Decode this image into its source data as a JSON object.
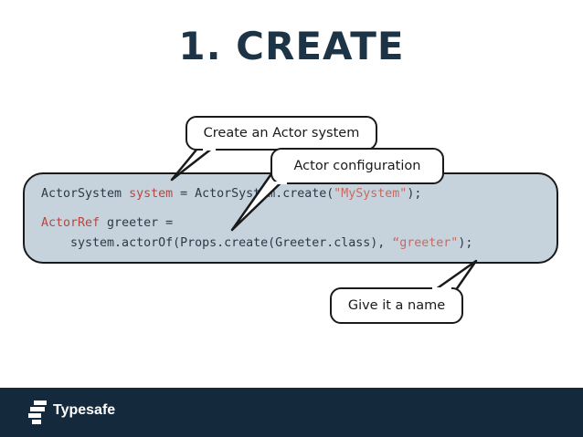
{
  "slide": {
    "title": "1. CREATE"
  },
  "code": {
    "line1": {
      "type": "ActorSystem",
      "var": "system",
      "expr": " = ActorSystem.create(",
      "str": "\"MySystem\"",
      "end": ");"
    },
    "line2": {
      "type": "ActorRef",
      "rest": " greeter ="
    },
    "line3": {
      "code": "    system.actorOf(Props.create(Greeter.class), ",
      "str": "“greeter\"",
      "end": ");"
    }
  },
  "callouts": {
    "create_system": "Create an Actor system",
    "configuration": "Actor configuration",
    "name": "Give it a name"
  },
  "footer": {
    "brand": "Typesafe",
    "logo_icon": "typesafe-logo-icon",
    "background": "#15293c"
  },
  "colors": {
    "title": "#1d3447",
    "code_box": "#c6d3dd",
    "keyword": "#b5473f"
  }
}
